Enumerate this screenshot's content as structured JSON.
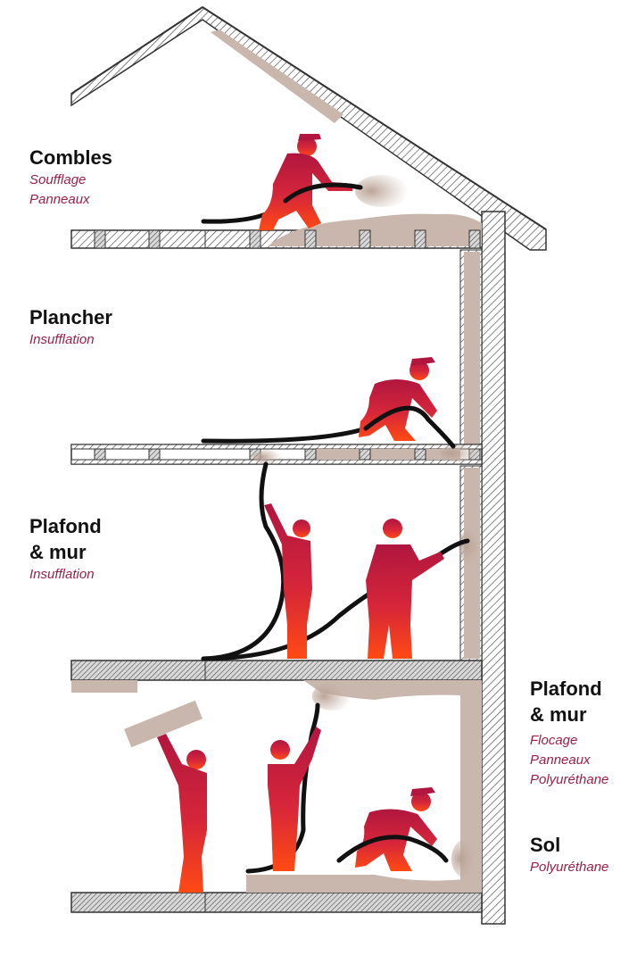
{
  "labels": {
    "combles": {
      "title": "Combles",
      "methods": [
        "Soufflage",
        "Panneaux"
      ]
    },
    "plancher": {
      "title": "Plancher",
      "methods": [
        "Insufflation"
      ]
    },
    "plafond_mur_upper": {
      "title": "Plafond\n& mur",
      "methods": [
        "Insufflation"
      ]
    },
    "plafond_mur_lower": {
      "title": "Plafond\n& mur",
      "methods": [
        "Flocage",
        "Panneaux",
        "Polyuréthane"
      ]
    },
    "sol": {
      "title": "Sol",
      "methods": [
        "Polyuréthane"
      ]
    }
  },
  "colors": {
    "worker_top": "#b0163f",
    "worker_bottom": "#ff4a14",
    "insulation": "#c9b7ad",
    "hatch": "#444444",
    "hose": "#111111",
    "method_text": "#9b1f45"
  }
}
